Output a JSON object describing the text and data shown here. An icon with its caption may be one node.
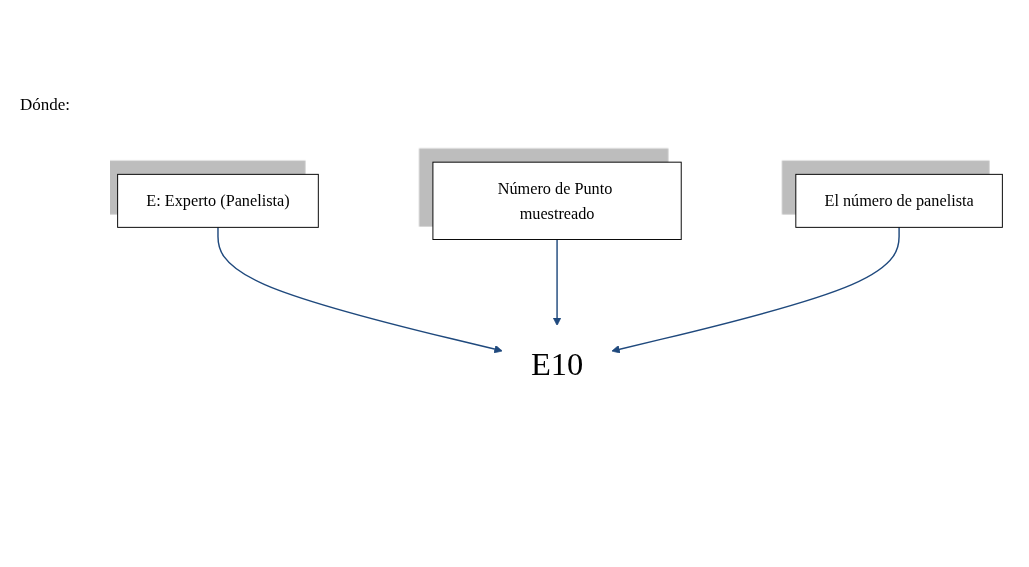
{
  "diagram": {
    "nodes": [
      {
        "text": [
          "E: Experto (Panelista)"
        ]
      },
      {
        "text": [
          "Número de Punto muestreado"
        ]
      },
      {
        "text": [
          "E10"
        ]
      },
      {
        "text": [
          "El número de panelista"
        ]
      }
    ],
    "edges": [
      {
        "from": 0,
        "to": 2,
        "arrow": "to"
      },
      {
        "from": 1,
        "to": 2,
        "arrow": "to"
      },
      {
        "from": 3,
        "to": 2,
        "arrow": "to"
      }
    ],
    "labels": [
      "Dónde:"
    ]
  }
}
